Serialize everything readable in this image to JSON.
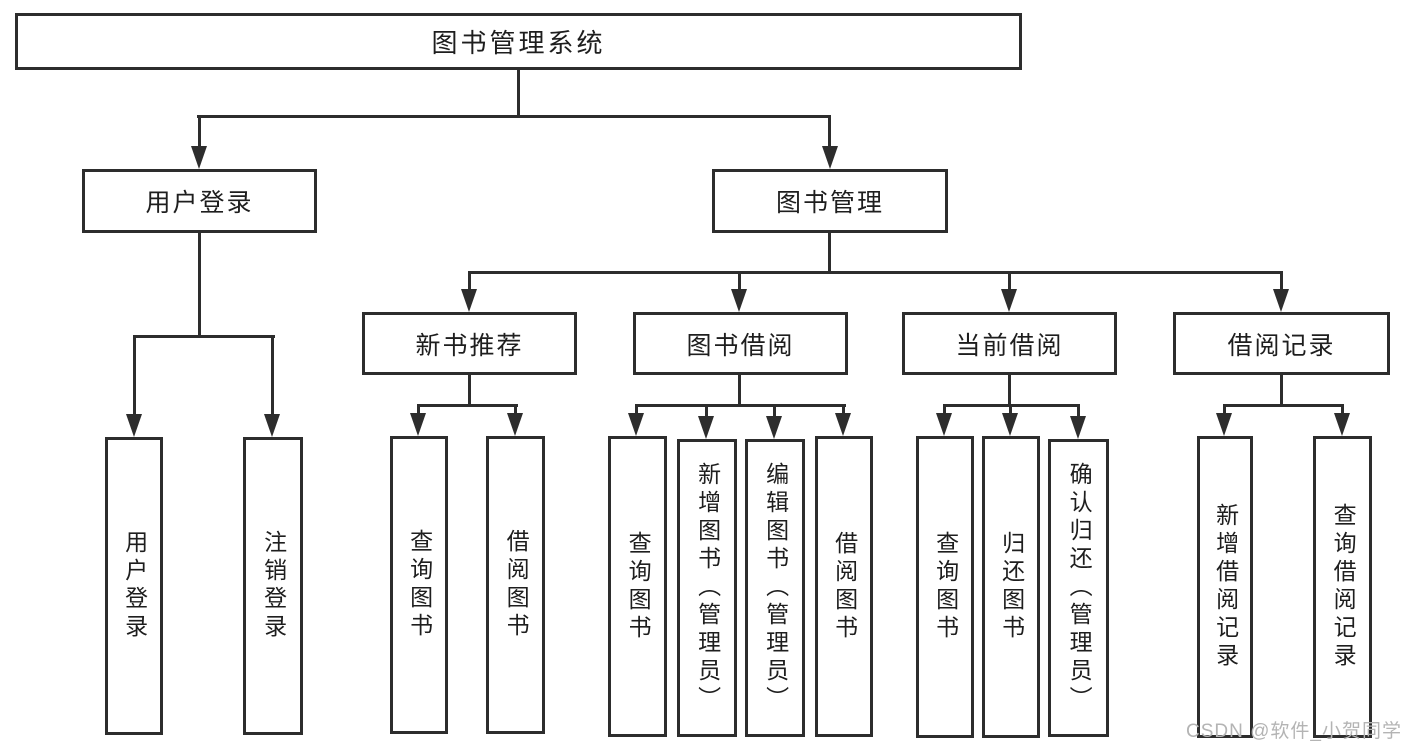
{
  "watermark": "CSDN @软件_小贺同学",
  "colors": {
    "line": "#2d2d2d",
    "text": "#1e1e1e",
    "watermark": "#b4b4b4",
    "background": "#ffffff"
  },
  "tree": {
    "label": "图书管理系统",
    "children": [
      {
        "label": "用户登录",
        "children": [
          {
            "label": "用户登录"
          },
          {
            "label": "注销登录"
          }
        ]
      },
      {
        "label": "图书管理",
        "children": [
          {
            "label": "新书推荐",
            "children": [
              {
                "label": "查询图书"
              },
              {
                "label": "借阅图书"
              }
            ]
          },
          {
            "label": "图书借阅",
            "children": [
              {
                "label": "查询图书"
              },
              {
                "label": "新增图书（管理员）"
              },
              {
                "label": "编辑图书（管理员）"
              },
              {
                "label": "借阅图书"
              }
            ]
          },
          {
            "label": "当前借阅",
            "children": [
              {
                "label": "查询图书"
              },
              {
                "label": "归还图书"
              },
              {
                "label": "确认归还（管理员）"
              }
            ]
          },
          {
            "label": "借阅记录",
            "children": [
              {
                "label": "新增借阅记录"
              },
              {
                "label": "查询借阅记录"
              }
            ]
          }
        ]
      }
    ]
  }
}
